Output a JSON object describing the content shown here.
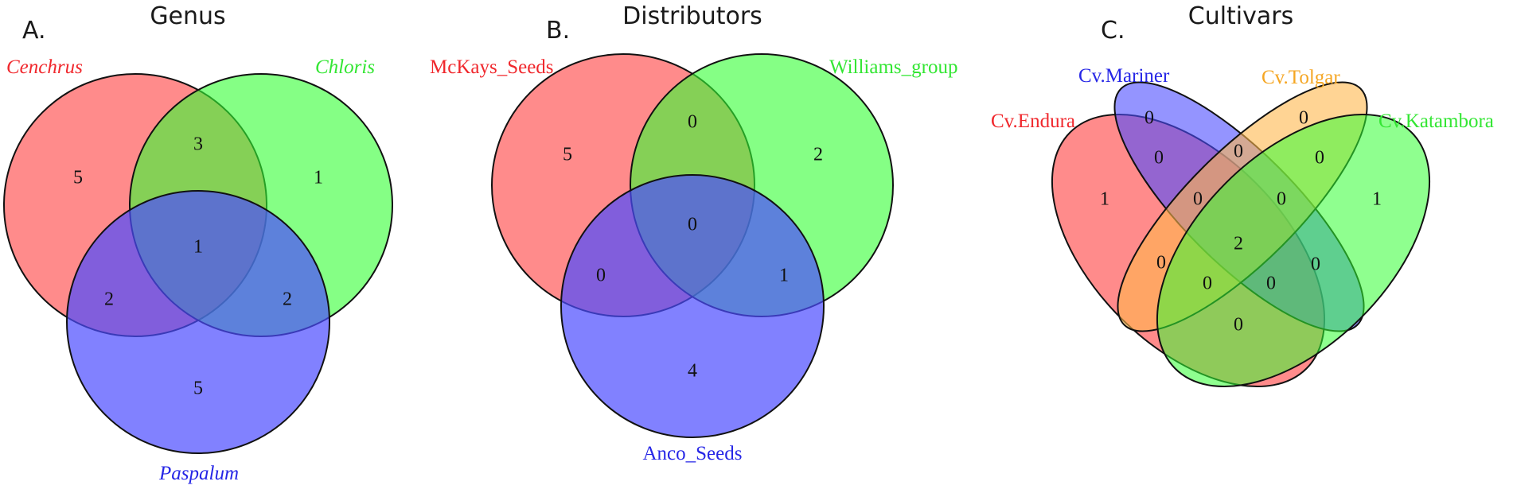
{
  "panels": [
    {
      "letter": "A.",
      "title": "Genus",
      "sets": [
        {
          "name": "Cenchrus",
          "italic": true,
          "color": "#f0282d",
          "fill": "#ff5a5a"
        },
        {
          "name": "Chloris",
          "italic": true,
          "color": "#33e633",
          "fill": "#33ff33"
        },
        {
          "name": "Paspalum",
          "italic": true,
          "color": "#2626e6",
          "fill": "#4c4cff"
        }
      ],
      "regions": {
        "Cenchrus": 5,
        "Chloris": 1,
        "Paspalum": 5,
        "Cenchrus&Chloris": 3,
        "Cenchrus&Paspalum": 2,
        "Chloris&Paspalum": 2,
        "Cenchrus&Chloris&Paspalum": 1
      }
    },
    {
      "letter": "B.",
      "title": "Distributors",
      "sets": [
        {
          "name": "McKays_Seeds",
          "italic": false,
          "color": "#f0282d",
          "fill": "#ff5a5a"
        },
        {
          "name": "Williams_group",
          "italic": false,
          "color": "#33e633",
          "fill": "#33ff33"
        },
        {
          "name": "Anco_Seeds",
          "italic": false,
          "color": "#2626e6",
          "fill": "#4c4cff"
        }
      ],
      "regions": {
        "McKays_Seeds": 5,
        "Williams_group": 2,
        "Anco_Seeds": 4,
        "McKays_Seeds&Williams_group": 0,
        "McKays_Seeds&Anco_Seeds": 0,
        "Williams_group&Anco_Seeds": 1,
        "McKays_Seeds&Williams_group&Anco_Seeds": 0
      }
    },
    {
      "letter": "C.",
      "title": "Cultivars",
      "sets": [
        {
          "name": "Cv.Endura",
          "italic": false,
          "color": "#f0282d",
          "fill": "#ff5a5a"
        },
        {
          "name": "Cv.Mariner",
          "italic": false,
          "color": "#2626e6",
          "fill": "#4c4cff"
        },
        {
          "name": "Cv.Tolgar",
          "italic": false,
          "color": "#f5a623",
          "fill": "#ffb84d"
        },
        {
          "name": "Cv.Katambora",
          "italic": false,
          "color": "#33e633",
          "fill": "#33ff33"
        }
      ],
      "regions": {
        "Cv.Endura": 1,
        "Cv.Mariner": 0,
        "Cv.Tolgar": 0,
        "Cv.Katambora": 1,
        "Cv.Endura&Cv.Mariner": 0,
        "Cv.Tolgar&Cv.Katambora": 0,
        "Cv.Mariner&Cv.Tolgar": 0,
        "Cv.Endura&Cv.Tolgar": 0,
        "Cv.Mariner&Cv.Katambora": 0,
        "Cv.Endura&Cv.Katambora": 0,
        "Cv.Endura&Cv.Mariner&Cv.Tolgar": 0,
        "Cv.Mariner&Cv.Tolgar&Cv.Katambora": 0,
        "Cv.Endura&Cv.Tolgar&Cv.Katambora": 0,
        "Cv.Endura&Cv.Mariner&Cv.Katambora": 0,
        "Cv.Endura&Cv.Mariner&Cv.Tolgar&Cv.Katambora": 2
      }
    }
  ]
}
